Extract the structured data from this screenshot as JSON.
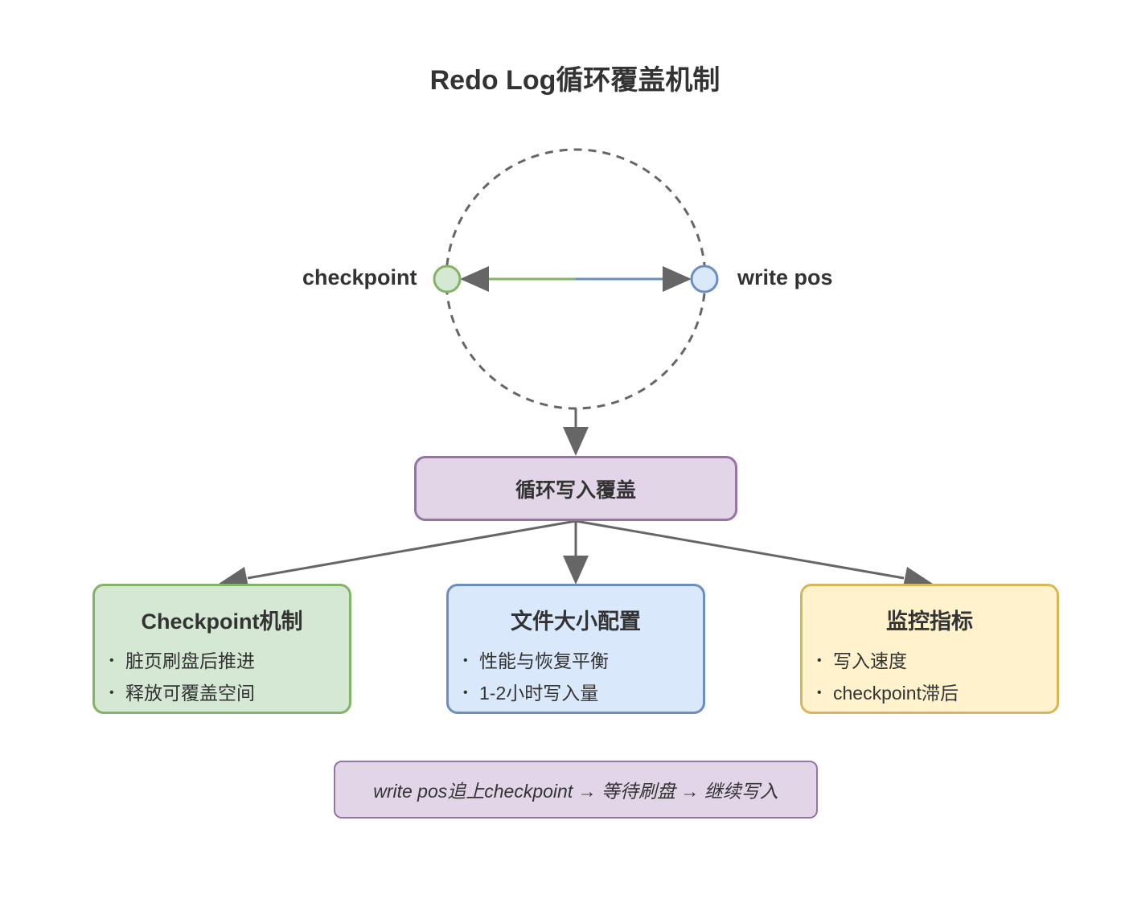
{
  "title": "Redo Log循环覆盖机制",
  "ring": {
    "checkpoint_label": "checkpoint",
    "write_pos_label": "write pos",
    "checkpoint_color": "#82b366",
    "checkpoint_fill": "#d5e8d4",
    "write_pos_color": "#6c8ebf",
    "write_pos_fill": "#dae8fc"
  },
  "center_node": {
    "label": "循环写入覆盖",
    "fill": "#e1d5e7",
    "stroke": "#9673a6"
  },
  "cards": [
    {
      "title": "Checkpoint机制",
      "items": [
        "脏页刷盘后推进",
        "释放可覆盖空间"
      ],
      "fill": "#d5e8d4",
      "stroke": "#82b366"
    },
    {
      "title": "文件大小配置",
      "items": [
        "性能与恢复平衡",
        "1-2小时写入量"
      ],
      "fill": "#dae8fc",
      "stroke": "#6c8ebf"
    },
    {
      "title": "监控指标",
      "items": [
        "写入速度",
        "checkpoint滞后"
      ],
      "fill": "#fff2cc",
      "stroke": "#d6b656"
    }
  ],
  "note": "write pos追上checkpoint → 等待刷盘 → 继续写入"
}
